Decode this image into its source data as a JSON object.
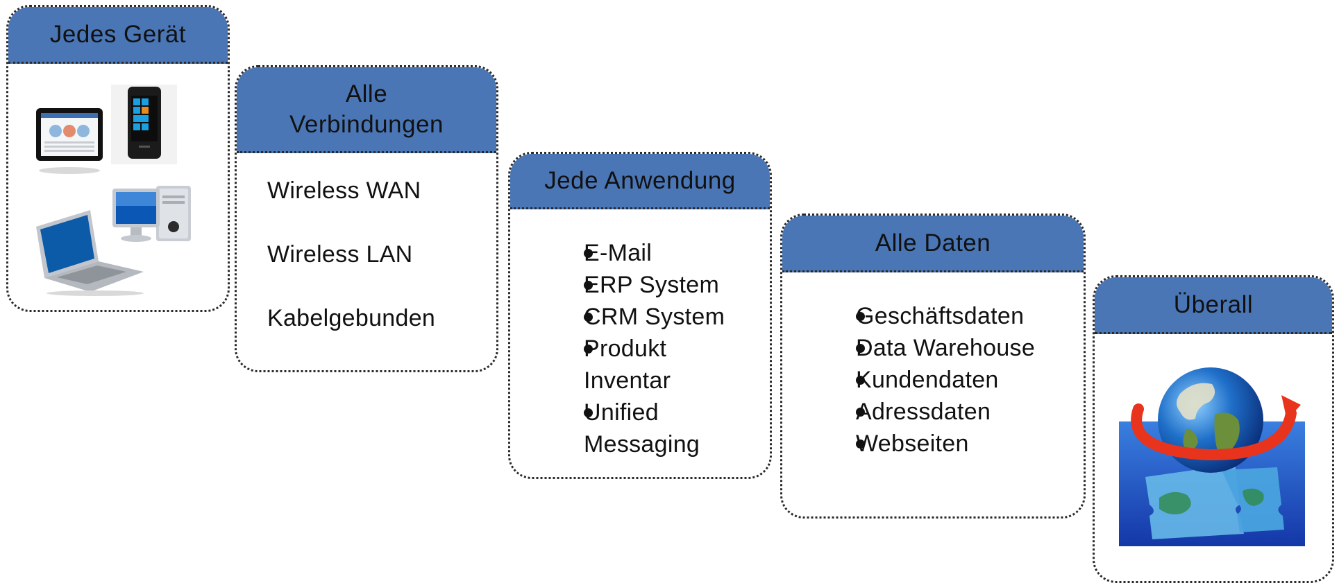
{
  "cards": {
    "devices": {
      "title": "Jedes Gerät"
    },
    "connections": {
      "title_line1": "Alle",
      "title_line2": "Verbindungen",
      "items": [
        "Wireless WAN",
        "Wireless LAN",
        "Kabelgebunden"
      ]
    },
    "applications": {
      "title": "Jede Anwendung",
      "items": [
        "E-Mail",
        "ERP System",
        "CRM System",
        "Produkt Inventar",
        "Unified Messaging"
      ]
    },
    "data": {
      "title": "Alle Daten",
      "items": [
        "Geschäftsdaten",
        "Data Warehouse",
        "Kundendaten",
        "Adressdaten",
        "Webseiten"
      ]
    },
    "everywhere": {
      "title": "Überall"
    }
  },
  "colors": {
    "header_fill": "#4a76b6",
    "border": "#2a2a2a"
  },
  "icons": [
    "tablet-icon",
    "smartphone-icon",
    "desktop-computer-icon",
    "laptop-icon",
    "globe-puzzle-icon"
  ]
}
